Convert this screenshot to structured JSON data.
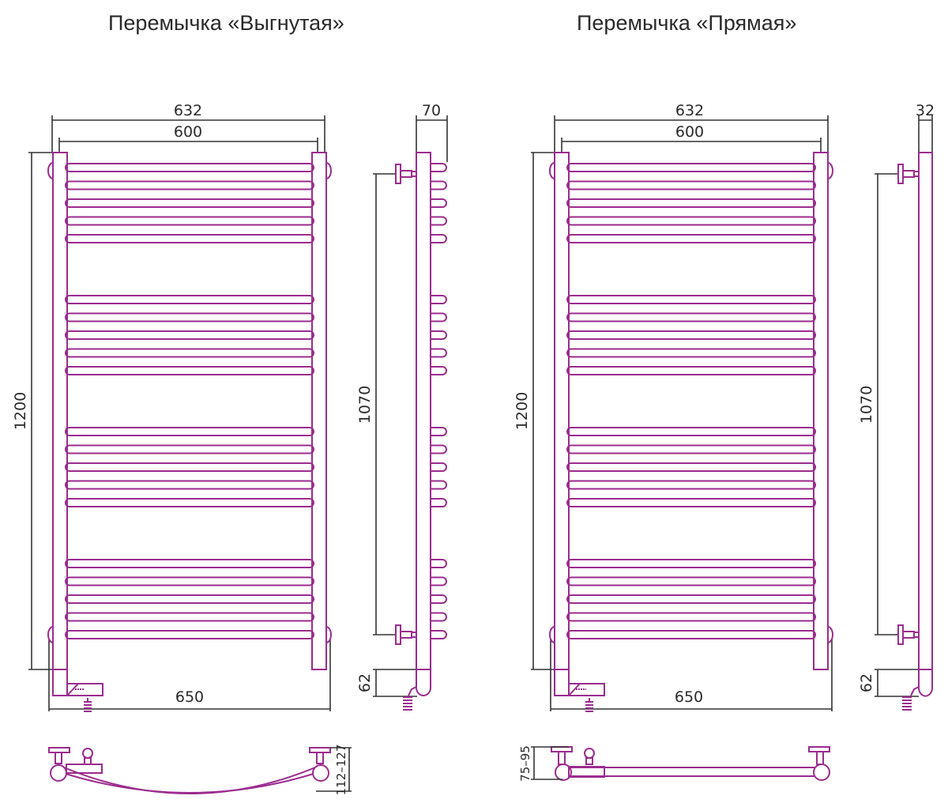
{
  "colors": {
    "outline": "#9b2c8e",
    "dimension": "#333333",
    "text": "#2a2a2a",
    "background": "#ffffff"
  },
  "left": {
    "title": "Перемычка «Выгнутая»",
    "front": {
      "width_outer": "632",
      "width_inner": "600",
      "height": "1200",
      "total_width": "650"
    },
    "side": {
      "depth": "70",
      "mount_spacing": "1070",
      "bottom_offset": "62"
    },
    "top_view": {
      "depth_range": "112–127"
    }
  },
  "right": {
    "title": "Перемычка «Прямая»",
    "front": {
      "width_outer": "632",
      "width_inner": "600",
      "height": "1200",
      "total_width": "650"
    },
    "side": {
      "depth": "32",
      "mount_spacing": "1070",
      "bottom_offset": "62"
    },
    "top_view": {
      "depth_range": "75–95"
    }
  },
  "layout": {
    "bar_groups": 4,
    "bars_per_group": 5
  }
}
